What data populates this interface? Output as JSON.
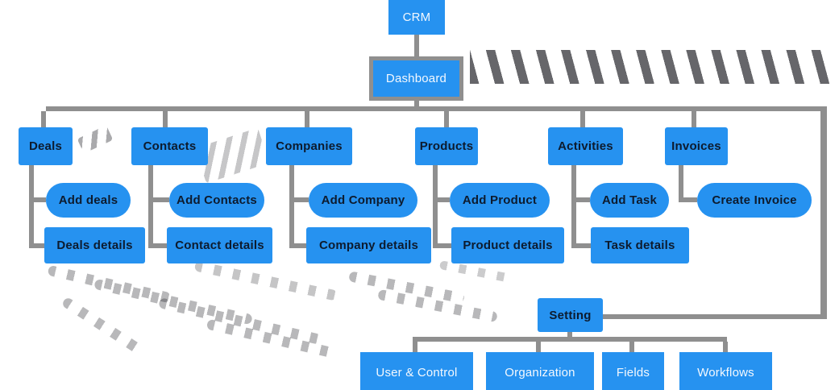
{
  "colors": {
    "node-fill": "#2692f0",
    "line": "#8f8f8f",
    "text-dark": "#0d1b2e",
    "text-light": "#f3f8fe",
    "bg": "#ffffff"
  },
  "nodes": {
    "crm": "CRM",
    "dashboard": "Dashboard",
    "sections": {
      "deals": "Deals",
      "contacts": "Contacts",
      "companies": "Companies",
      "products": "Products",
      "activities": "Activities",
      "invoices": "Invoices"
    },
    "actions": {
      "add_deals": "Add deals",
      "add_contacts": "Add Contacts",
      "add_company": "Add Company",
      "add_product": "Add Product",
      "add_task": "Add Task",
      "create_invoice": "Create Invoice"
    },
    "details": {
      "deals": "Deals details",
      "contacts": "Contact details",
      "companies": "Company details",
      "products": "Product details",
      "tasks": "Task details"
    },
    "setting": "Setting",
    "setting_children": {
      "user_control": "User & Control",
      "organization": "Organization",
      "fields": "Fields",
      "workflows": "Workflows"
    }
  }
}
